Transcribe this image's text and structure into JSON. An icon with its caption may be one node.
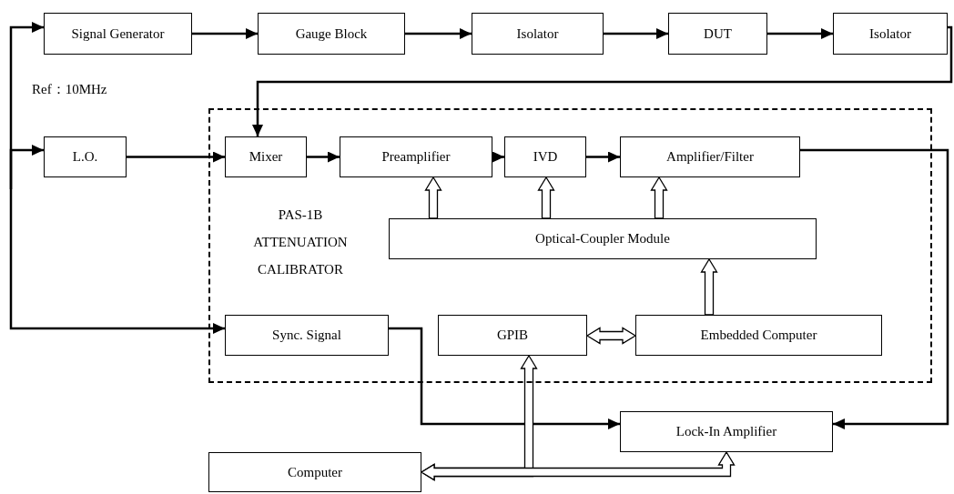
{
  "diagram": {
    "nodes": [
      {
        "text": [
          "Signal Generator"
        ]
      },
      {
        "text": [
          "Gauge Block"
        ]
      },
      {
        "text": [
          "Isolator"
        ]
      },
      {
        "text": [
          "DUT"
        ]
      },
      {
        "text": [
          "Isolator"
        ]
      },
      {
        "text": [
          "L.O."
        ]
      },
      {
        "text": [
          "PAS-1B ATTENUATION CALIBRATOR"
        ]
      },
      {
        "text": [
          "Mixer"
        ],
        "in": 6
      },
      {
        "text": [
          "Preamplifier"
        ],
        "in": 6
      },
      {
        "text": [
          "IVD"
        ],
        "in": 6
      },
      {
        "text": [
          "Amplifier/Filter"
        ],
        "in": 6
      },
      {
        "text": [
          "Optical-Coupler Module"
        ],
        "in": 6
      },
      {
        "text": [
          "Sync. Signal"
        ],
        "in": 6
      },
      {
        "text": [
          "GPIB"
        ],
        "in": 6
      },
      {
        "text": [
          "Embedded Computer"
        ],
        "in": 6
      },
      {
        "text": [
          "Lock-In Amplifier"
        ]
      },
      {
        "text": [
          "Computer"
        ]
      }
    ],
    "edges": [
      {
        "from": null,
        "to": 0,
        "arrow": "to"
      },
      {
        "from": 0,
        "to": 1,
        "arrow": "to"
      },
      {
        "from": 1,
        "to": 2,
        "arrow": "to"
      },
      {
        "from": 2,
        "to": 3,
        "arrow": "to"
      },
      {
        "from": 3,
        "to": 4,
        "arrow": "to"
      },
      {
        "from": 4,
        "to": 7,
        "arrow": "to"
      },
      {
        "from": 5,
        "to": 7,
        "arrow": "to"
      },
      {
        "from": 7,
        "to": 8,
        "arrow": "to"
      },
      {
        "from": 8,
        "to": 9,
        "arrow": "to"
      },
      {
        "from": 9,
        "to": 10,
        "arrow": "to"
      },
      {
        "from": 10,
        "to": 15,
        "arrow": "to"
      },
      {
        "from": 12,
        "to": 15,
        "arrow": "to"
      },
      {
        "from": 11,
        "to": 8,
        "arrow": "to",
        "style": "thick"
      },
      {
        "from": 11,
        "to": 9,
        "arrow": "to",
        "style": "thick"
      },
      {
        "from": 11,
        "to": 10,
        "arrow": "to",
        "style": "thick"
      },
      {
        "from": 13,
        "to": 14,
        "arrow": "both",
        "style": "thick"
      },
      {
        "from": 14,
        "to": 11,
        "arrow": "to",
        "style": "thick"
      },
      {
        "from": 16,
        "to": 13,
        "arrow": "both",
        "style": "thick"
      },
      {
        "from": 16,
        "to": 15,
        "arrow": "both",
        "style": "thick"
      },
      {
        "from": null,
        "to": 5,
        "arrow": "to"
      },
      {
        "from": null,
        "to": 12,
        "arrow": "to"
      }
    ],
    "labels": [
      "Ref：10MHz"
    ]
  }
}
